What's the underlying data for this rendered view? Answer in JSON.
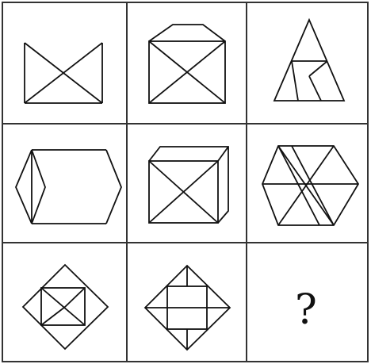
{
  "puzzle": {
    "answer_placeholder": "?",
    "cells": [
      {
        "row": 1,
        "col": 1,
        "figure": "bowtie-crossed-rectangle"
      },
      {
        "row": 1,
        "col": 2,
        "figure": "house-envelope-crossed"
      },
      {
        "row": 1,
        "col": 3,
        "figure": "triangle-with-inner-lines"
      },
      {
        "row": 2,
        "col": 1,
        "figure": "rectangle-with-side-arrowheads"
      },
      {
        "row": 2,
        "col": 2,
        "figure": "cube-crossed-face"
      },
      {
        "row": 2,
        "col": 3,
        "figure": "hexagon-with-inner-lines"
      },
      {
        "row": 3,
        "col": 1,
        "figure": "diamond-with-inner-rectangle"
      },
      {
        "row": 3,
        "col": 2,
        "figure": "diamond-with-inner-square"
      },
      {
        "row": 3,
        "col": 3,
        "figure": "missing-answer"
      }
    ]
  },
  "colors": {
    "line": "#111111",
    "background": "#ffffff",
    "grid": "#333333"
  }
}
